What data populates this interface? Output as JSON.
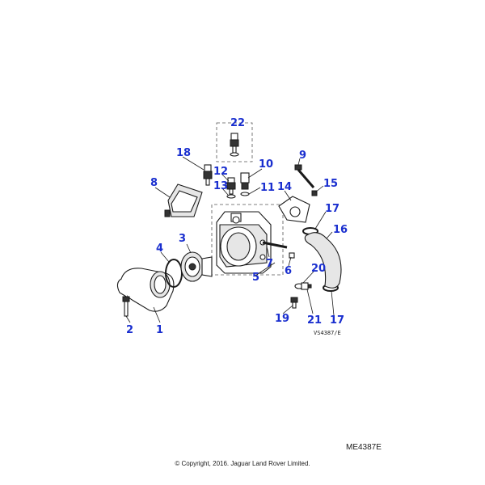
{
  "callouts": {
    "c1": "1",
    "c2": "2",
    "c3": "3",
    "c4": "4",
    "c5": "5",
    "c6": "6",
    "c7": "7",
    "c8": "8",
    "c9": "9",
    "c10": "10",
    "c11": "11",
    "c12": "12",
    "c13": "13",
    "c14": "14",
    "c15": "15",
    "c16": "16",
    "c17a": "17",
    "c17b": "17",
    "c18": "18",
    "c19": "19",
    "c20": "20",
    "c21": "21",
    "c22": "22"
  },
  "reference_code": "VS4387/E",
  "diagram_id": "ME4387E",
  "copyright": "© Copyright, 2016. Jaguar Land Rover Limited.",
  "colors": {
    "callout": "#1a2fcf",
    "line": "#1a1a1a"
  }
}
